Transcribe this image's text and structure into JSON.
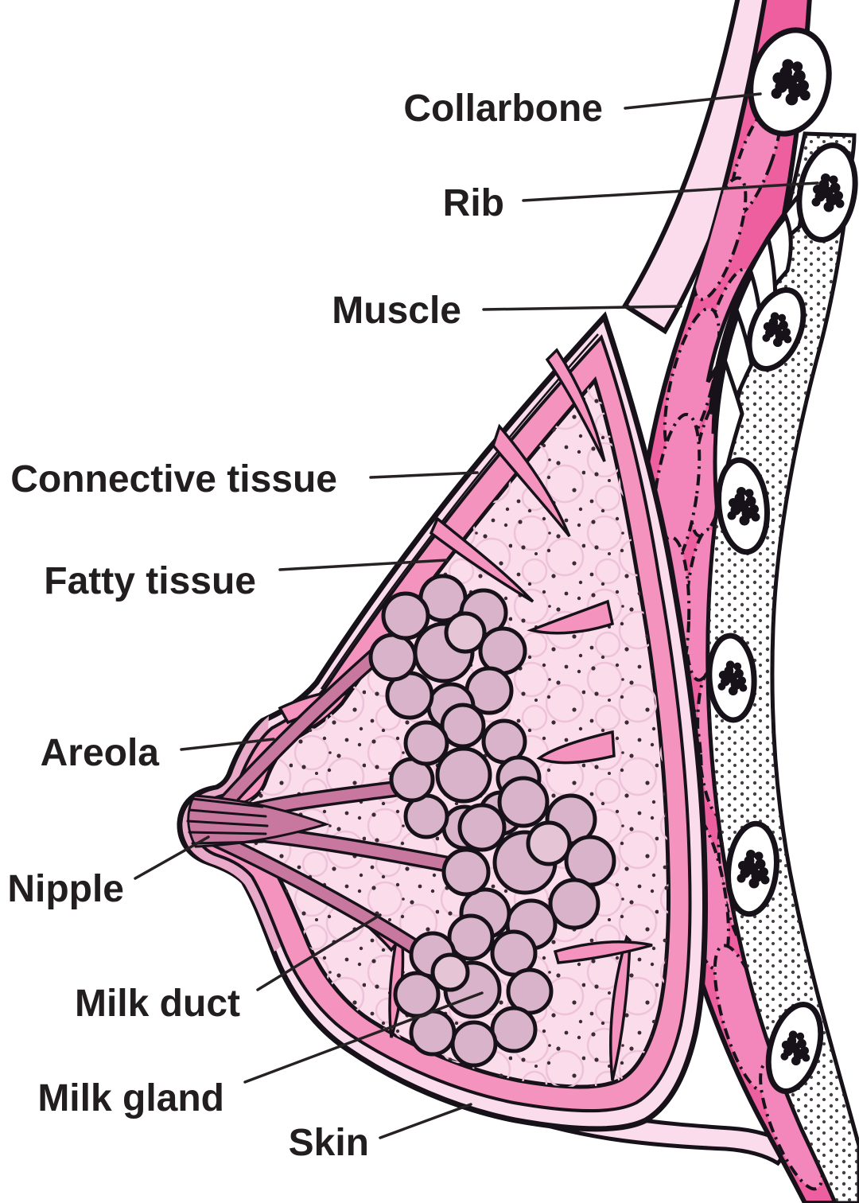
{
  "diagram": {
    "labels": {
      "collarbone": "Collarbone",
      "rib": "Rib",
      "muscle": "Muscle",
      "connective_tissue": "Connective tissue",
      "fatty_tissue": "Fatty tissue",
      "areola": "Areola",
      "nipple": "Nipple",
      "milk_duct": "Milk duct",
      "milk_gland": "Milk gland",
      "skin": "Skin"
    },
    "colors": {
      "outline": "#17121a",
      "leader": "#262123",
      "label": "#221e20",
      "skin": "#fbdcec",
      "areola": "#e9a9c8",
      "connective": "#f494be",
      "fat": "#fbdcea",
      "fat_detail": "#eec2da",
      "stipple": "#3a2b35",
      "gland": "#d9b3c9",
      "gland_light": "#e4c4d5",
      "duct": "#c8779f",
      "muscle": "#ee5f9f",
      "muscle_petal": "#f386ba",
      "bone": "#ffffff"
    }
  }
}
